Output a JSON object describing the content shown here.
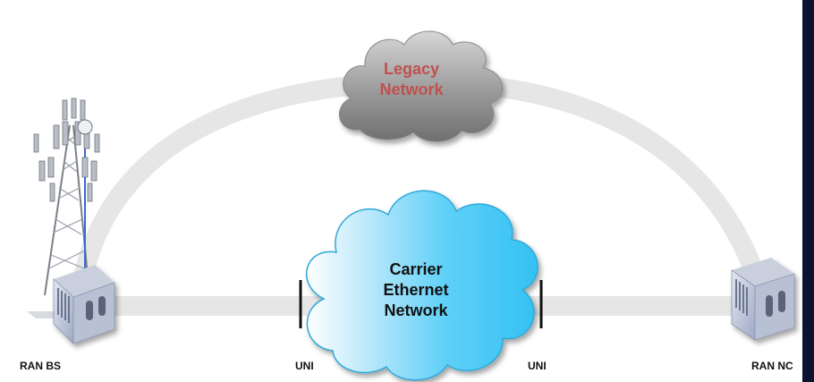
{
  "colors": {
    "legacy_cloud_text": "#c0504d",
    "carrier_cloud_text": "#111111",
    "side_bar": "#0b1330",
    "path": "#e6e6e6"
  },
  "clouds": {
    "legacy": {
      "line1": "Legacy",
      "line2": "Network"
    },
    "carrier": {
      "line1": "Carrier",
      "line2": "Ethernet",
      "line3": "Network"
    }
  },
  "labels": {
    "ran_bs": "RAN BS",
    "uni_left": "UNI",
    "uni_right": "UNI",
    "ran_nc": "RAN NC"
  },
  "icons": {
    "tower": "cell-tower-icon",
    "left_device": "network-equipment-icon",
    "right_device": "network-equipment-icon"
  }
}
